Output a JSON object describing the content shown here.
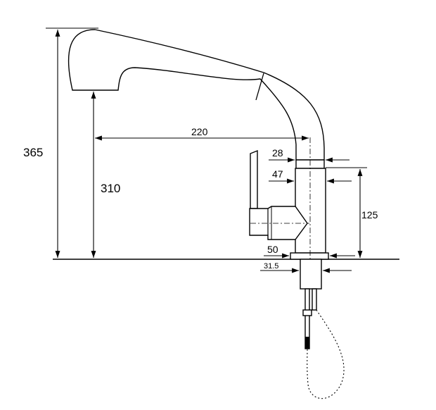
{
  "dimensions": {
    "total_height": "365",
    "spout_height": "310",
    "reach": "220",
    "top_diameter": "28",
    "body_diameter": "47",
    "body_height": "125",
    "base_diameter": "50",
    "shank_diameter": "31.5"
  }
}
